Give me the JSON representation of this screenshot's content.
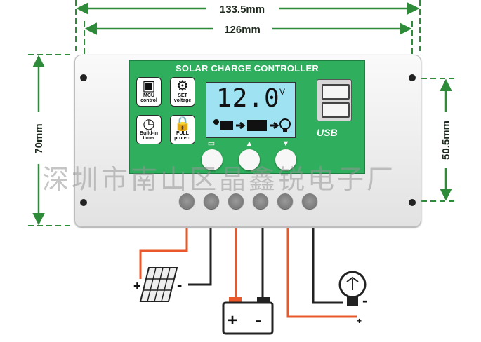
{
  "dimensions": {
    "overall_width": "133.5mm",
    "hole_spacing_width": "126mm",
    "overall_height": "70mm",
    "hole_spacing_height": "50.5mm"
  },
  "controller": {
    "title": "SOLAR CHARGE CONTROLLER",
    "features": [
      {
        "icon": "chip-icon",
        "label": "MCU control"
      },
      {
        "icon": "gear-icon",
        "label": "SET voltage"
      },
      {
        "icon": "clock-icon",
        "label": "Build-in timer"
      },
      {
        "icon": "lock-icon",
        "label": "FULL protect"
      }
    ],
    "lcd": {
      "value": "12.0",
      "unit": "V"
    },
    "usb_label": "USB",
    "buttons": [
      {
        "icon": "menu-icon"
      },
      {
        "icon": "up-arrow-icon"
      },
      {
        "icon": "down-arrow-icon"
      }
    ]
  },
  "watermark": "深圳市南山区晶鑫锐电子厂",
  "wiring": {
    "solar_panel": {
      "plus": "+",
      "minus": "-"
    },
    "battery": {
      "plus": "+",
      "minus": "-"
    },
    "load": {
      "plus": "+",
      "minus": "-"
    }
  },
  "colors": {
    "panel_green": "#2fae5d",
    "dimension_green": "#2e8b3a",
    "positive_wire": "#e8582a",
    "negative_wire": "#222222",
    "lcd": "#9fe3f2"
  }
}
